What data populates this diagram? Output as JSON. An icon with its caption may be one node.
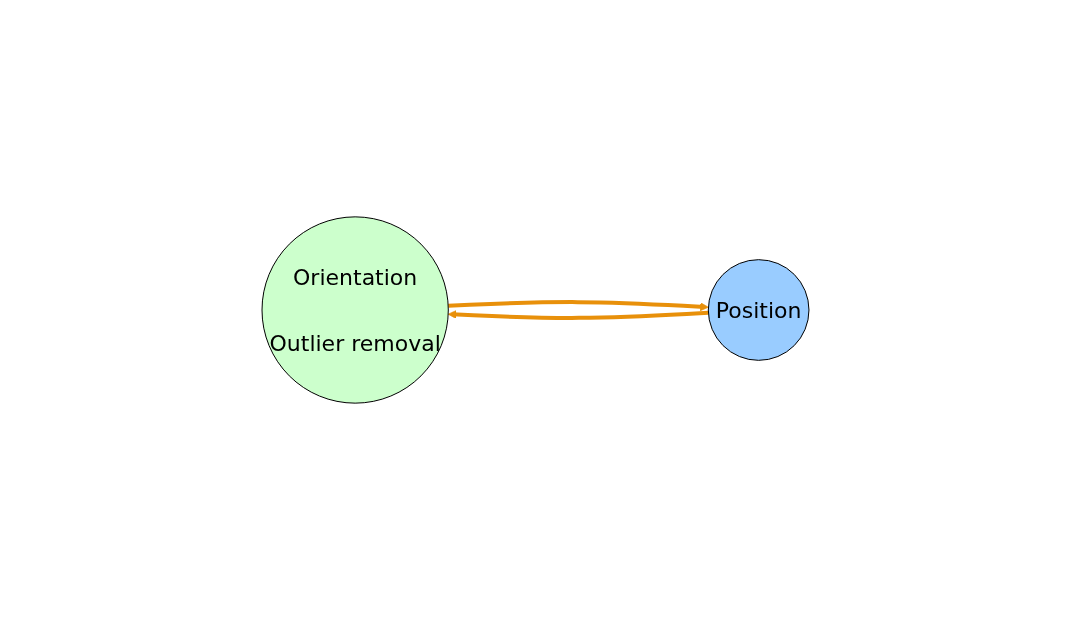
{
  "diagram": {
    "nodes": [
      {
        "text": [
          "Orientation",
          "Outlier removal"
        ]
      },
      {
        "text": [
          "Position"
        ]
      }
    ],
    "edges": [
      {
        "from": 0,
        "to": 1,
        "arrow": "to"
      },
      {
        "from": 1,
        "to": 0,
        "arrow": "to"
      }
    ]
  }
}
